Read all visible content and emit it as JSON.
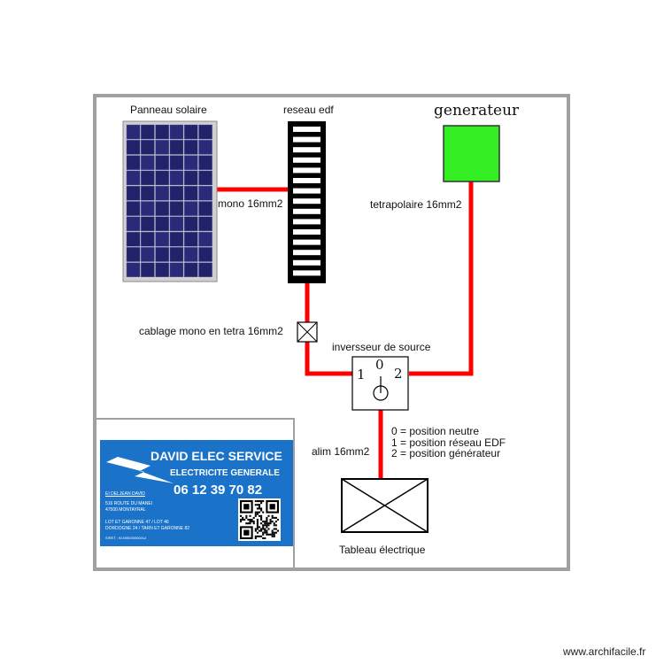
{
  "labels": {
    "solar_panel": "Panneau solaire",
    "grid": "reseau edf",
    "generator": "generateur",
    "mono_cable": "mono 16mm2",
    "tetra_cable": "tetrapolaire 16mm2",
    "wiring_note": "cablage mono en tetra 16mm2",
    "inverter": "inversseur de source",
    "switch_pos_0": "0",
    "switch_pos_1": "1",
    "switch_pos_2": "2",
    "supply_cable": "alim 16mm2",
    "legend_0": "0 = position neutre",
    "legend_1": "1 = position réseau EDF",
    "legend_2": "2 = position générateur",
    "panel": "Tableau électrique"
  },
  "card": {
    "company": "DAVID ELEC SERVICE",
    "trade": "ELECTRICITE GENERALE",
    "phone": "06 12 39 70 82",
    "line1": "EI DELJEAN DAVID",
    "line2": "516 ROUTE DU MANEI",
    "line3": "47500 MONTAYRAL",
    "line4": "LOT ET GARONNE 47 / LOT 46",
    "line5": "DORDOGNE 24 / TARN ET GARONNE 82",
    "line6": "SIRET : 91490030000012"
  },
  "footer": {
    "watermark": "www.archifacile.fr"
  },
  "colors": {
    "cable": "#ff0000",
    "generator_fill": "#33ee22",
    "card_blue": "#1a73c8",
    "frame": "#a0a0a0"
  }
}
